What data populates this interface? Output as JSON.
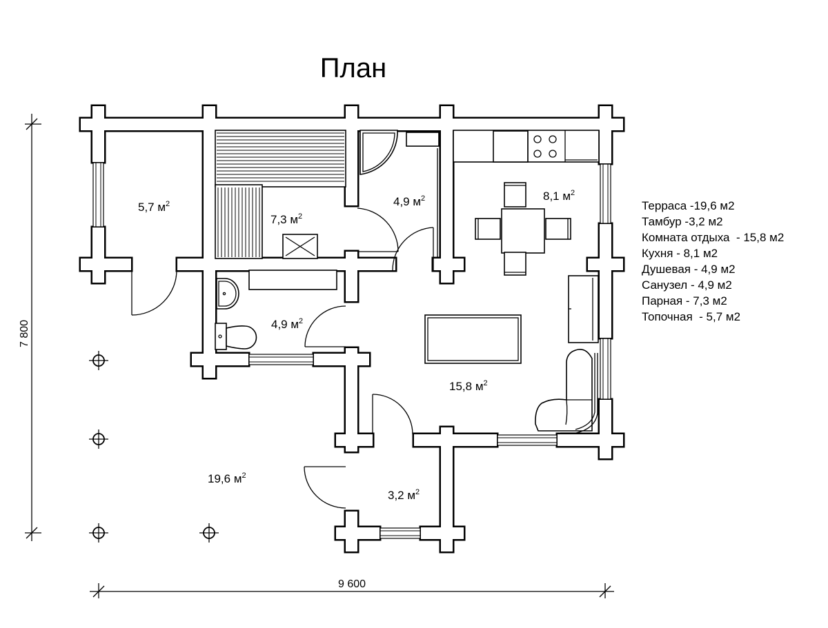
{
  "title": "План",
  "dimensions": {
    "width_label": "9 600",
    "height_label": "7 800"
  },
  "rooms": [
    {
      "name": "Топочная",
      "area": "5,7",
      "unit": "м",
      "exp": "2"
    },
    {
      "name": "Парная",
      "area": "7,3",
      "unit": "м",
      "exp": "2"
    },
    {
      "name": "Душевая",
      "area": "4,9",
      "unit": "м",
      "exp": "2"
    },
    {
      "name": "Кухня",
      "area": "8,1",
      "unit": "м",
      "exp": "2"
    },
    {
      "name": "Санузел",
      "area": "4,9",
      "unit": "м",
      "exp": "2"
    },
    {
      "name": "Комната отдыха",
      "area": "15,8",
      "unit": "м",
      "exp": "2"
    },
    {
      "name": "Терраса",
      "area": "19,6",
      "unit": "м",
      "exp": "2"
    },
    {
      "name": "Тамбур",
      "area": "3,2",
      "unit": "м",
      "exp": "2"
    }
  ],
  "legend": [
    "Терраса -19,6 м2",
    "Тамбур -3,2 м2",
    "Комната отдыха  - 15,8 м2",
    "Кухня - 8,1 м2",
    "Душевая - 4,9 м2",
    "Санузел - 4,9 м2",
    "Парная - 7,3 м2",
    "Топочная  - 5,7 м2"
  ],
  "colors": {
    "line": "#000000",
    "background": "#ffffff"
  }
}
